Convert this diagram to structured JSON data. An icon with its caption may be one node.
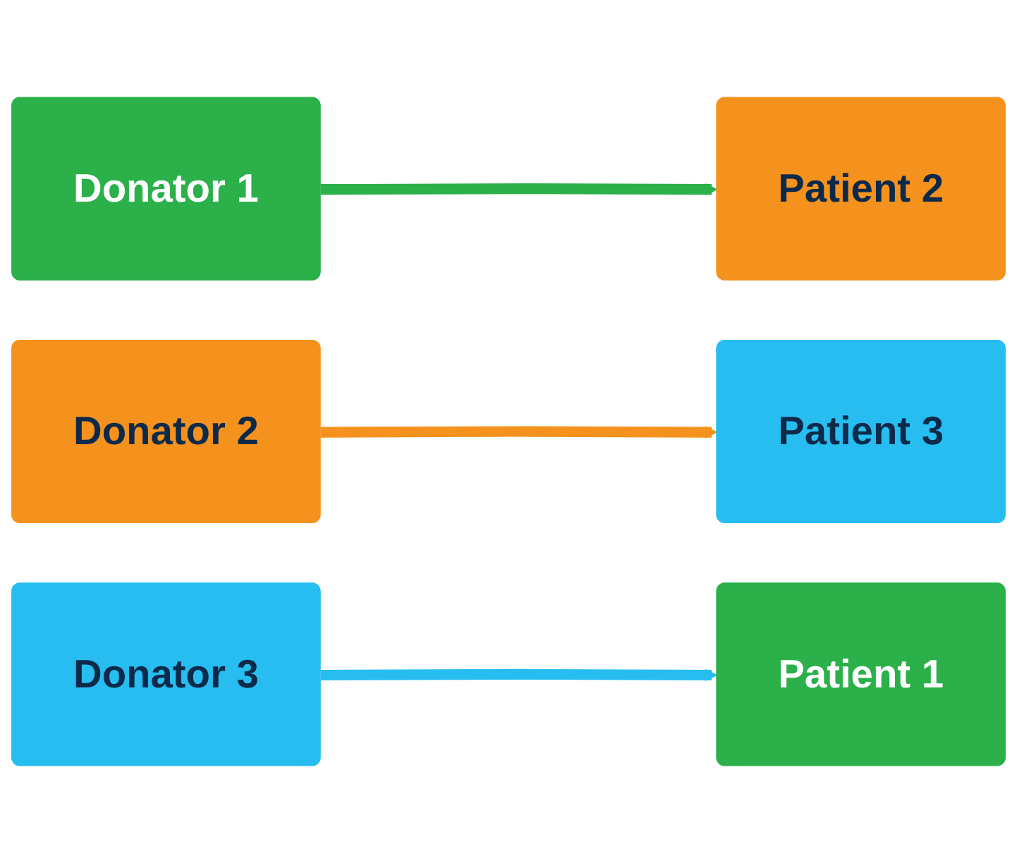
{
  "diagram": {
    "nodes": [
      {
        "text": [
          "Donator 1"
        ]
      },
      {
        "text": [
          "Donator 2"
        ]
      },
      {
        "text": [
          "Donator 3"
        ]
      },
      {
        "text": [
          "Patient 1"
        ]
      },
      {
        "text": [
          "Patient 2"
        ]
      },
      {
        "text": [
          "Patient 3"
        ]
      }
    ],
    "edges": [
      {
        "from": 0,
        "to": 4,
        "arrow": "to",
        "color": "#2bb04a"
      },
      {
        "from": 1,
        "to": 5,
        "arrow": "to",
        "color": "#f5921e"
      },
      {
        "from": 2,
        "to": 3,
        "arrow": "to",
        "color": "#27bdf0"
      }
    ]
  }
}
